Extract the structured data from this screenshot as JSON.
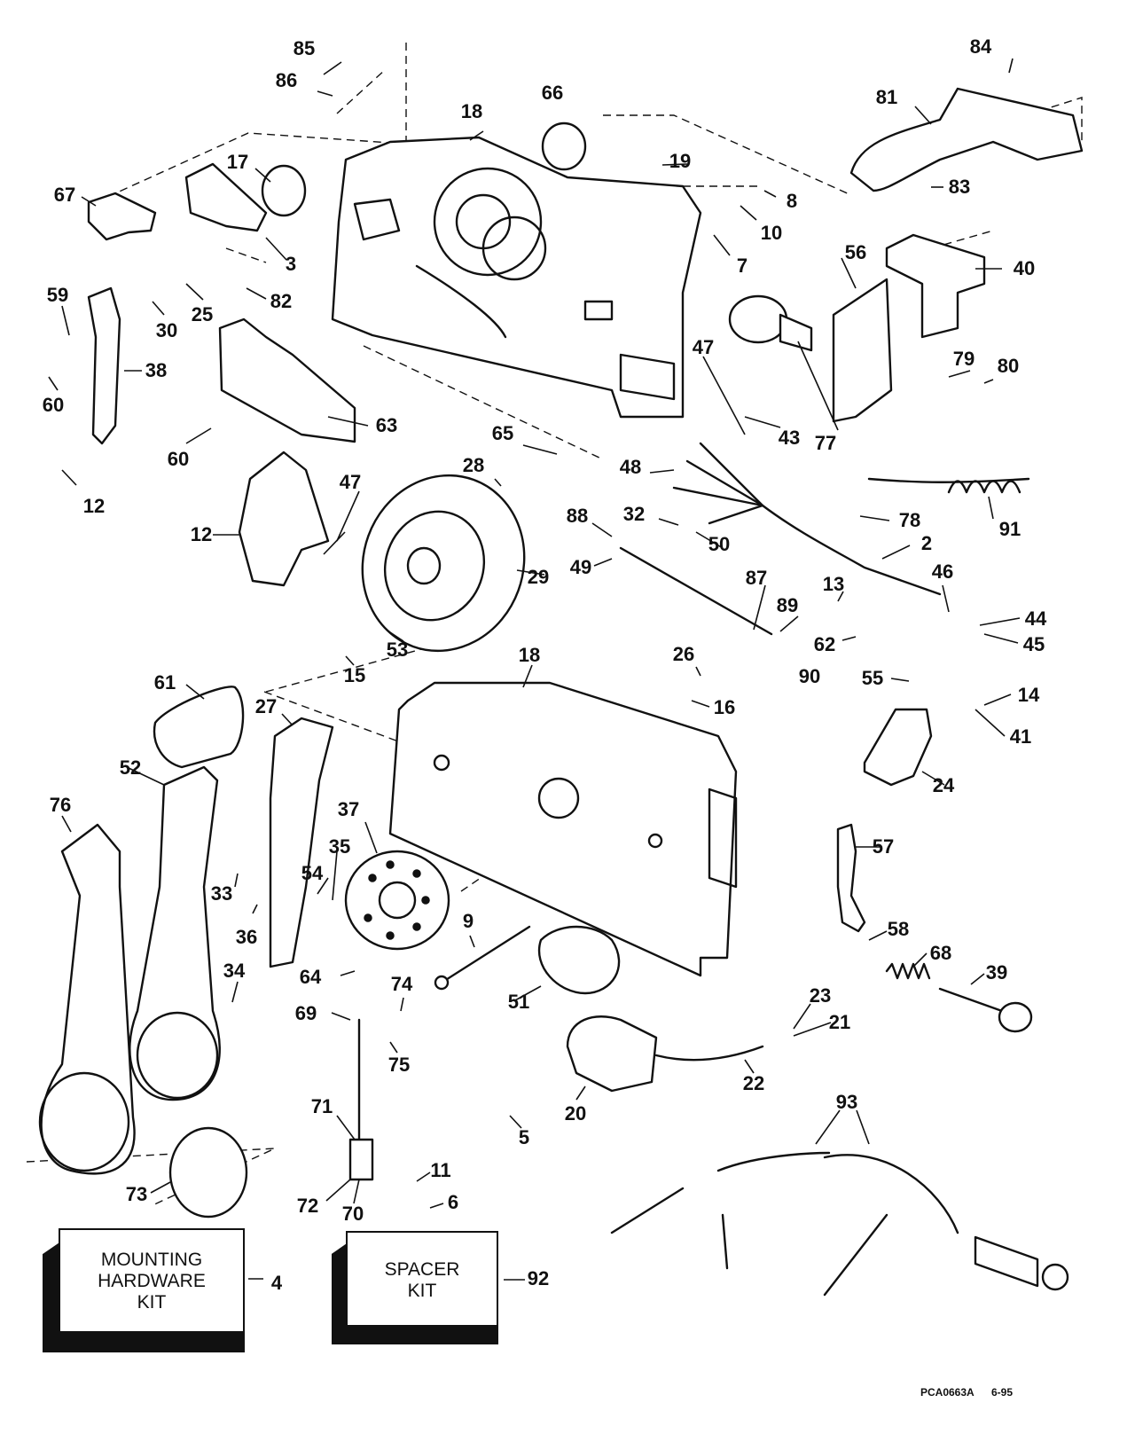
{
  "callouts": [
    "85",
    "86",
    "18",
    "66",
    "84",
    "81",
    "17",
    "67",
    "19",
    "8",
    "10",
    "83",
    "3",
    "82",
    "7",
    "56",
    "40",
    "59",
    "30",
    "25",
    "38",
    "60",
    "63",
    "47",
    "43",
    "79",
    "80",
    "77",
    "60",
    "65",
    "28",
    "12",
    "47",
    "48",
    "32",
    "78",
    "91",
    "88",
    "49",
    "50",
    "2",
    "12",
    "29",
    "87",
    "13",
    "46",
    "89",
    "44",
    "62",
    "45",
    "26",
    "53",
    "15",
    "18",
    "90",
    "55",
    "14",
    "61",
    "27",
    "16",
    "41",
    "52",
    "37",
    "24",
    "76",
    "35",
    "54",
    "57",
    "33",
    "36",
    "58",
    "68",
    "39",
    "9",
    "34",
    "64",
    "74",
    "23",
    "21",
    "69",
    "51",
    "75",
    "22",
    "20",
    "93",
    "71",
    "5",
    "11",
    "73",
    "72",
    "70",
    "6",
    "4",
    "92"
  ],
  "kits": {
    "mounting": {
      "lines": [
        "MOUNTING",
        "HARDWARE",
        "KIT"
      ],
      "ref": "4"
    },
    "spacer": {
      "lines": [
        "SPACER",
        "KIT"
      ],
      "ref": "92"
    }
  },
  "footer": {
    "code": "PCA0663A",
    "date": "6-95"
  }
}
